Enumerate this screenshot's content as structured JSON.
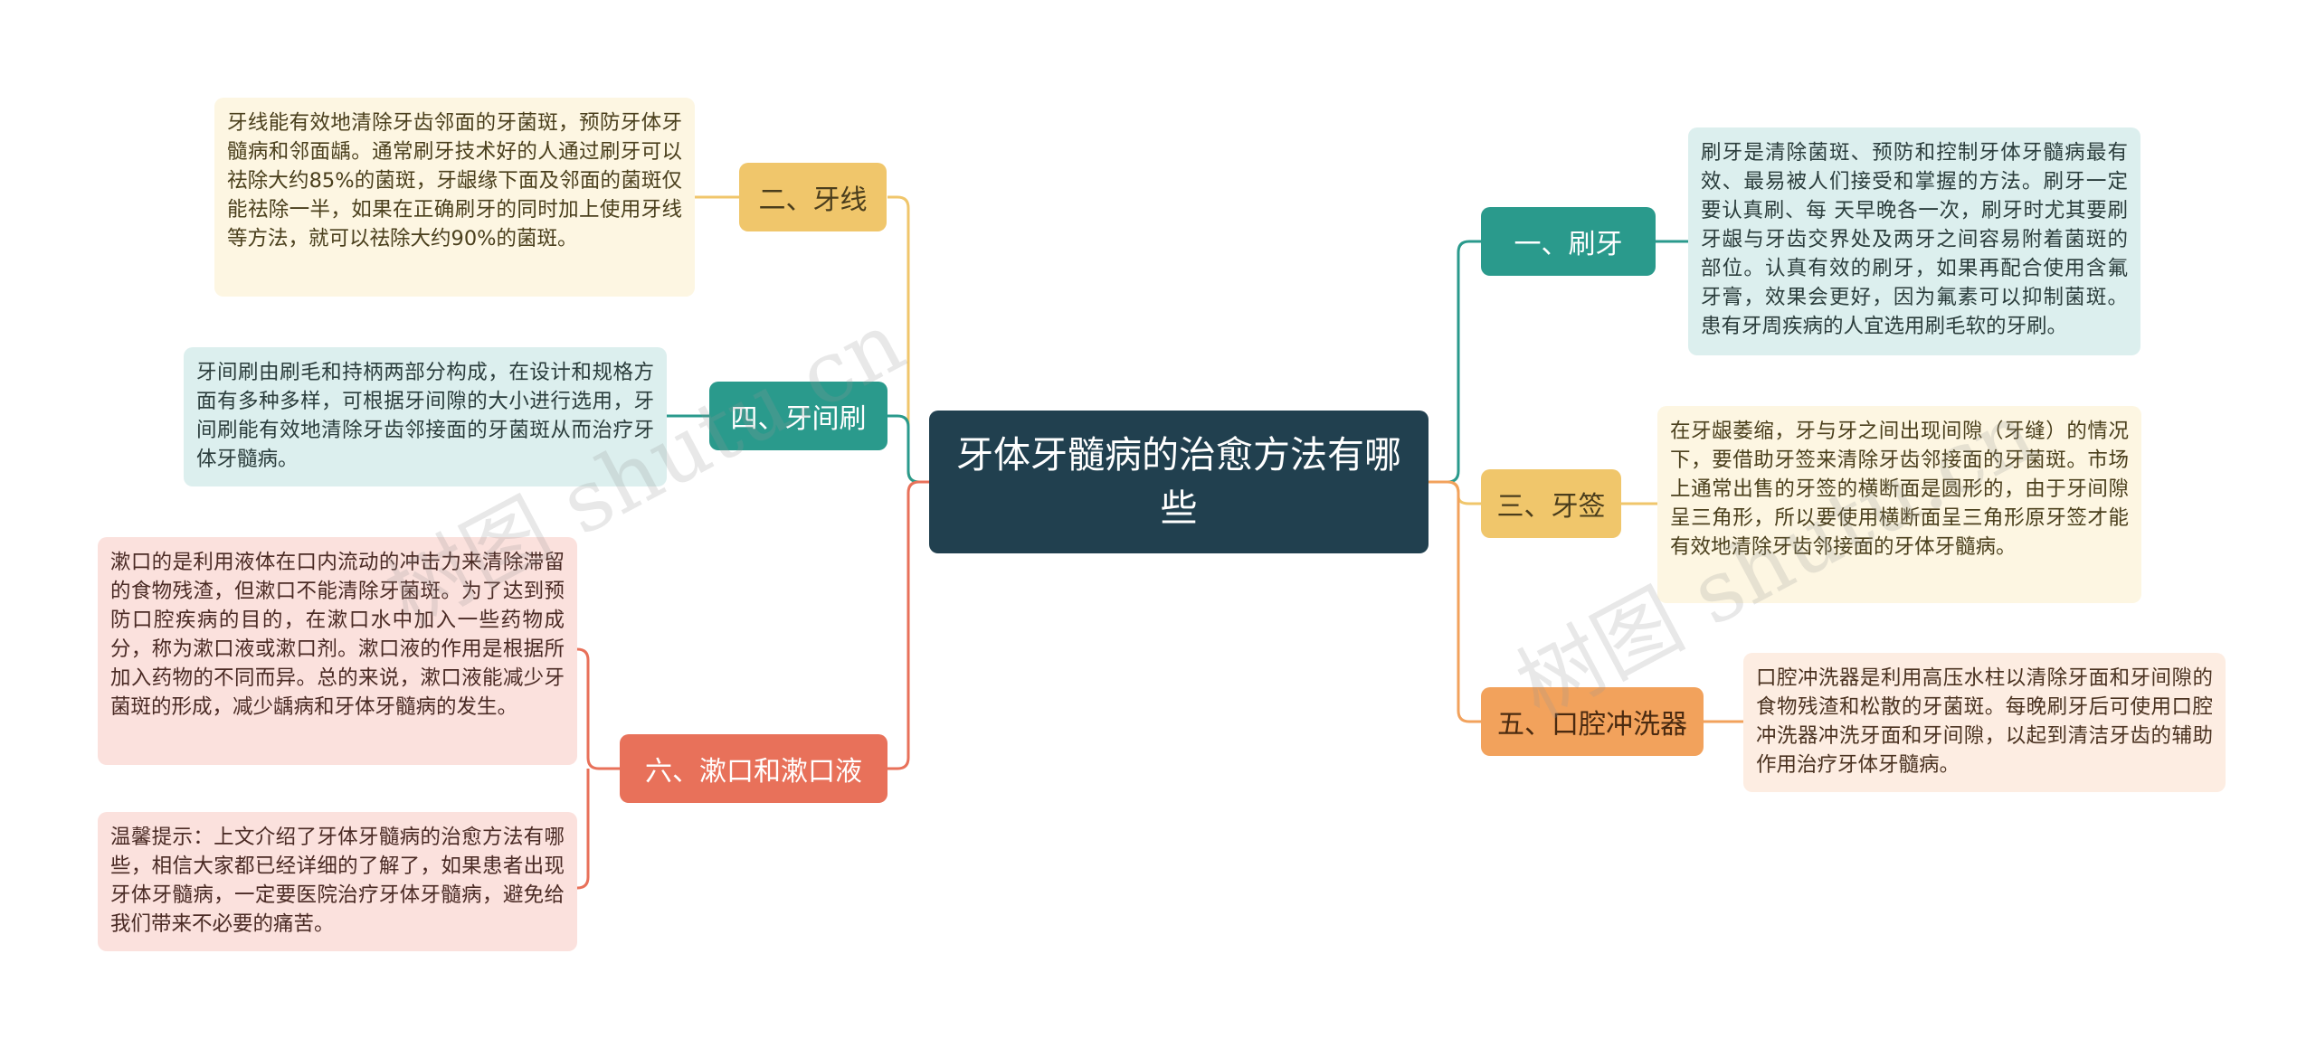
{
  "root": {
    "title": "牙体牙髓病的治愈方法有哪些"
  },
  "topics": {
    "t1": {
      "label": "一、刷牙",
      "note": "刷牙是清除菌斑、预防和控制牙体牙髓病最有效、最易被人们接受和掌握的方法。刷牙一定要认真刷、每 天早晚各一次，刷牙时尤其要刷牙龈与牙齿交界处及两牙之间容易附着菌斑的部位。认真有效的刷牙，如果再配合使用含氟牙膏，效果会更好，因为氟素可以抑制菌斑。患有牙周疾病的人宜选用刷毛软的牙刷。"
    },
    "t2": {
      "label": "二、牙线",
      "note": "牙线能有效地清除牙齿邻面的牙菌斑，预防牙体牙髓病和邻面龋。通常刷牙技术好的人通过刷牙可以祛除大约85%的菌斑，牙龈缘下面及邻面的菌斑仅能祛除一半，如果在正确刷牙的同时加上使用牙线等方法，就可以祛除大约90%的菌斑。"
    },
    "t3": {
      "label": "三、牙签",
      "note": "在牙龈萎缩，牙与牙之间出现间隙（牙缝）的情况下，要借助牙签来清除牙齿邻接面的牙菌斑。市场上通常出售的牙签的横断面是圆形的，由于牙间隙呈三角形，所以要使用横断面呈三角形原牙签才能有效地清除牙齿邻接面的牙体牙髓病。"
    },
    "t4": {
      "label": "四、牙间刷",
      "note": "牙间刷由刷毛和持柄两部分构成，在设计和规格方面有多种多样，可根据牙间隙的大小进行选用，牙间刷能有效地清除牙齿邻接面的牙菌斑从而治疗牙体牙髓病。"
    },
    "t5": {
      "label": "五、口腔冲洗器",
      "note": "口腔冲洗器是利用高压水柱以清除牙面和牙间隙的食物残渣和松散的牙菌斑。每晚刷牙后可使用口腔冲洗器冲洗牙面和牙间隙，以起到清洁牙齿的辅助作用治疗牙体牙髓病。"
    },
    "t6": {
      "label": "六、漱口和漱口液",
      "note1": "漱口的是利用液体在口内流动的冲击力来清除滞留的食物残渣，但漱口不能清除牙菌斑。为了达到预防口腔疾病的目的，在漱口水中加入一些药物成分，称为漱口液或漱口剂。漱口液的作用是根据所加入药物的不同而异。总的来说，漱口液能减少牙菌斑的形成，减少龋病和牙体牙髓病的发生。",
      "note2": "温馨提示：上文介绍了牙体牙髓病的治愈方法有哪些，相信大家都已经详细的了解了，如果患者出现牙体牙髓病，一定要医院治疗牙体牙髓病，避免给我们带来不必要的痛苦。"
    }
  },
  "colors": {
    "teal": "#2a9a8c",
    "yellow": "#f0c66b",
    "orange": "#f2a25c",
    "red": "#e8715a",
    "root": "#21404f"
  },
  "watermarks": [
    "树图 shutu.cn",
    "树图 shutu.cn"
  ]
}
